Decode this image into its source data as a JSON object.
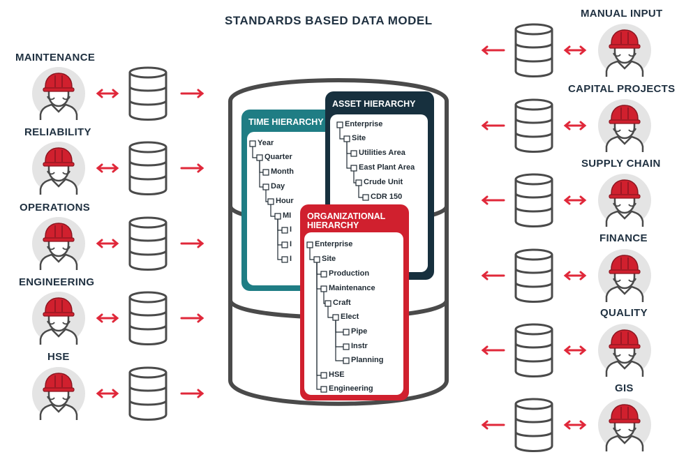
{
  "title": "STANDARDS BASED DATA MODEL",
  "left_sources": [
    "MAINTENANCE",
    "RELIABILITY",
    "OPERATIONS",
    "ENGINEERING",
    "HSE"
  ],
  "right_sources": [
    "MANUAL INPUT",
    "CAPITAL PROJECTS",
    "SUPPLY CHAIN",
    "FINANCE",
    "QUALITY",
    "GIS"
  ],
  "hierarchies": {
    "time": {
      "title": "TIME HIERARCHY",
      "color": "#1f7d84",
      "nodes": [
        "Year",
        "Quarter",
        "Month",
        "Day",
        "Hour",
        "MI",
        "I",
        "I",
        "I"
      ]
    },
    "asset": {
      "title": "ASSET HIERARCHY",
      "color": "#17303e",
      "nodes": [
        "Enterprise",
        "Site",
        "Utilities Area",
        "East Plant Area",
        "Crude Unit",
        "CDR 150"
      ]
    },
    "org": {
      "title_line1": "ORGANIZATIONAL",
      "title_line2": "HIERARCHY",
      "color": "#d0202e",
      "nodes": [
        "Enterprise",
        "Site",
        "Production",
        "Maintenance",
        "Craft",
        "Elect",
        "Pipe",
        "Instr",
        "Planning",
        "HSE",
        "Engineering"
      ]
    }
  },
  "colors": {
    "helmet": "#d0202e",
    "arrow": "#e0283a",
    "icon_stroke": "#4a4a4a",
    "avatar_bg": "#e4e4e4"
  },
  "icons": {
    "person": "worker-hardhat-icon",
    "database": "database-icon"
  }
}
